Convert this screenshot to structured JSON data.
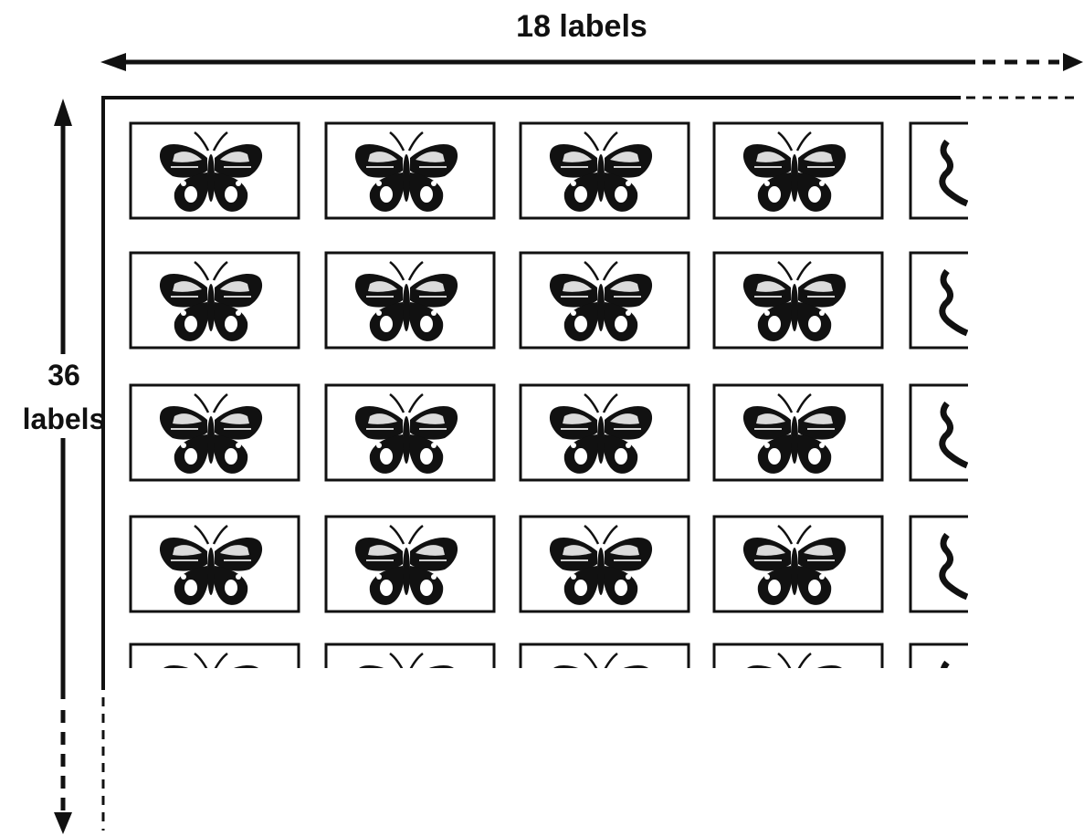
{
  "diagram": {
    "top_label": "18 labels",
    "side_label": {
      "line1": "36",
      "line2": "labels"
    },
    "label_icon": "butterfly-icon",
    "ink_color": "#111111",
    "background_color": "#ffffff"
  }
}
